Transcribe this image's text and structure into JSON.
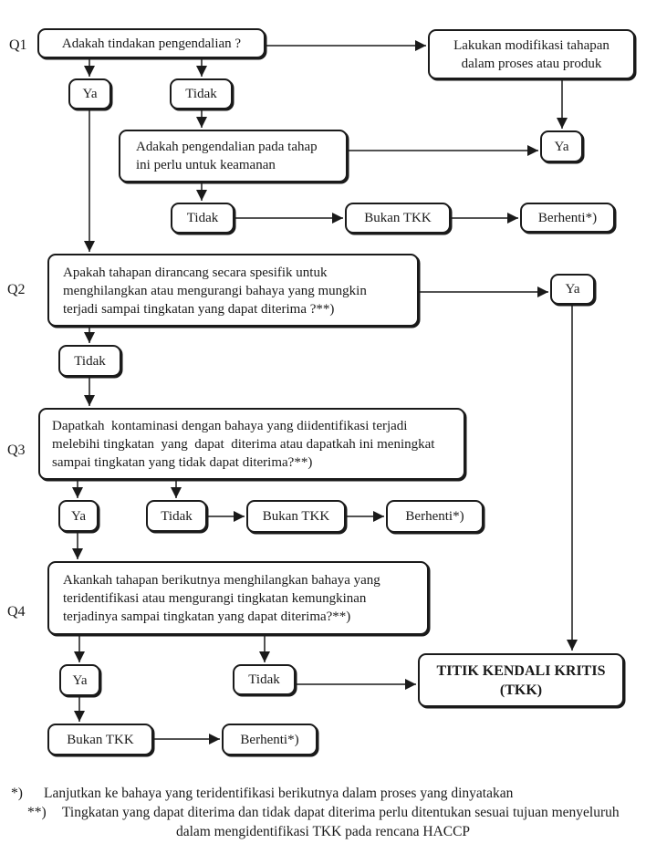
{
  "q_labels": {
    "q1": "Q1",
    "q2": "Q2",
    "q3": "Q3",
    "q4": "Q4"
  },
  "boxes": {
    "q1_question": "Adakah tindakan pengendalian ?",
    "modify_step": "Lakukan modifikasi tahapan\ndalam proses atau produk",
    "control_needed": "Adakah pengendalian pada tahap\nini perlu untuk keamanan",
    "q2_question": "Apakah tahapan dirancang secara spesifik untuk\nmenghilangkan atau mengurangi bahaya yang mungkin\nterjadi sampai tingkatan yang dapat diterima ?**)",
    "q3_question": "Dapatkah  kontaminasi dengan bahaya yang diidentifikasi terjadi\nmelebihi tingkatan  yang  dapat  diterima atau dapatkah ini meningkat\nsampai tingkatan yang tidak dapat diterima?**)",
    "q4_question": "Akankah tahapan berikutnya menghilangkan bahaya yang\nteridentifikasi atau mengurangi tingkatan kemungkinan\nterjadinya sampai tingkatan yang dapat diterima?**)",
    "tkk": "TITIK KENDALI KRITIS\n(TKK)"
  },
  "labels": {
    "ya": "Ya",
    "tidak": "Tidak",
    "bukan_tkk": "Bukan TKK",
    "berhenti": "Berhenti*)"
  },
  "footnotes": {
    "marker1": "*)",
    "note1": "Lanjutkan ke bahaya yang teridentifikasi berikutnya dalam proses yang dinyatakan",
    "marker2": "**)",
    "note2": "Tingkatan yang dapat diterima dan tidak dapat diterima perlu ditentukan sesuai tujuan menyeluruh",
    "note3": "dalam mengidentifikasi TKK pada rencana HACCP"
  },
  "colors": {
    "ink": "#1a1a1a",
    "background": "#ffffff"
  }
}
